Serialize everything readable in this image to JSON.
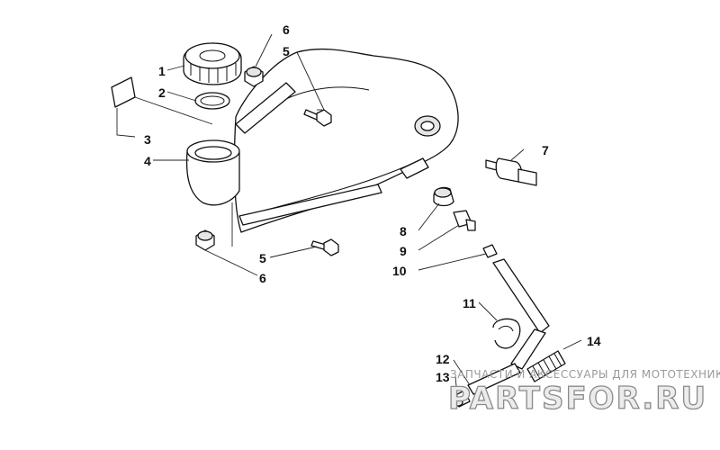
{
  "callouts": [
    {
      "id": "c1",
      "label": "1"
    },
    {
      "id": "c2",
      "label": "2"
    },
    {
      "id": "c3",
      "label": "3"
    },
    {
      "id": "c4",
      "label": "4"
    },
    {
      "id": "c5a",
      "label": "5"
    },
    {
      "id": "c6a",
      "label": "6"
    },
    {
      "id": "c7",
      "label": "7"
    },
    {
      "id": "c8",
      "label": "8"
    },
    {
      "id": "c9",
      "label": "9"
    },
    {
      "id": "c10",
      "label": "10"
    },
    {
      "id": "c11",
      "label": "11"
    },
    {
      "id": "c12",
      "label": "12"
    },
    {
      "id": "c13",
      "label": "13"
    },
    {
      "id": "c14",
      "label": "14"
    },
    {
      "id": "c5b",
      "label": "5"
    },
    {
      "id": "c6b",
      "label": "6"
    }
  ],
  "watermark": {
    "tagline": "ЗАПЧАСТИ И АКСЕССУАРЫ ДЛЯ МОТОТЕХНИКИ",
    "logo": "PARTSFOR.RU"
  }
}
